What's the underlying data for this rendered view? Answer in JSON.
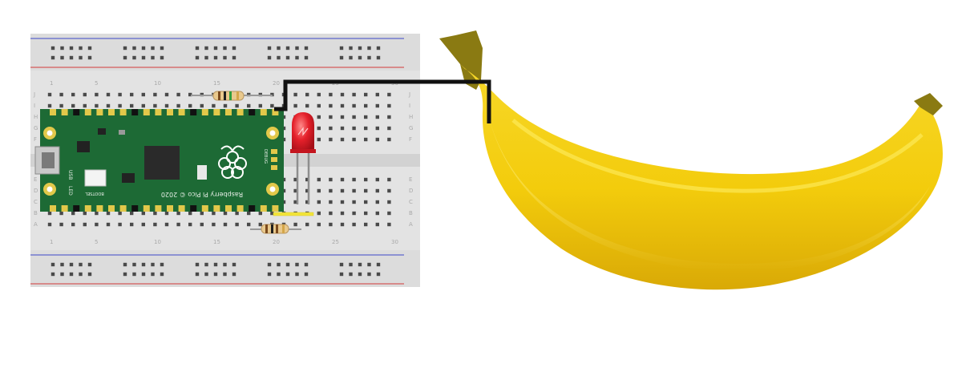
{
  "breadboard": {
    "column_numbers": [
      "1",
      "5",
      "10",
      "15",
      "20",
      "25",
      "30"
    ],
    "row_letters_top": [
      "J",
      "I",
      "H",
      "G",
      "F"
    ],
    "row_letters_bottom": [
      "E",
      "D",
      "C",
      "B",
      "A"
    ]
  },
  "pico": {
    "board_label": "Raspberry Pi Pico © 2020",
    "usb_label": "USB",
    "led_label": "LED",
    "bootsel_label": "BOOTSEL",
    "debug_label": "DEBUG",
    "colors": {
      "pcb": "#1d6a35",
      "pad": "#e2c84a"
    }
  },
  "components": {
    "led_color": "#e4202a",
    "jumper_color": "#f2e43a",
    "wire_color": "#111111",
    "resistor_bands_top": [
      "#7a4a1e",
      "#1f1f1f",
      "#2f9e3d",
      "#d4a64a"
    ],
    "resistor_bands_bottom": [
      "#7a4a1e",
      "#1f1f1f",
      "#7a4a1e",
      "#d4a64a"
    ]
  },
  "banana": {
    "body_color": "#f3cc0c",
    "tip_color": "#8a7a12"
  }
}
